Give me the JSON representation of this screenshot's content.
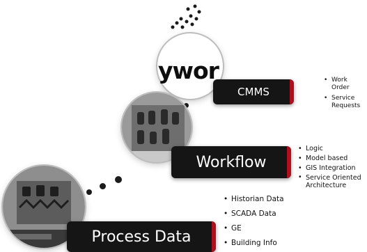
{
  "top": {
    "logo_text": "ywor",
    "label": "CMMS",
    "bullets": [
      "Work Order",
      "Service Requests"
    ]
  },
  "middle": {
    "label": "Workflow",
    "bullets": [
      "Logic",
      "Model based",
      "GIS Integration",
      "Service Oriented Architecture"
    ]
  },
  "bottom": {
    "label": "Process Data",
    "bullets": [
      "Historian Data",
      "SCADA Data",
      "GE",
      "Building Info"
    ]
  },
  "colors": {
    "banner": "#151515",
    "accent": "#b00f1e"
  }
}
